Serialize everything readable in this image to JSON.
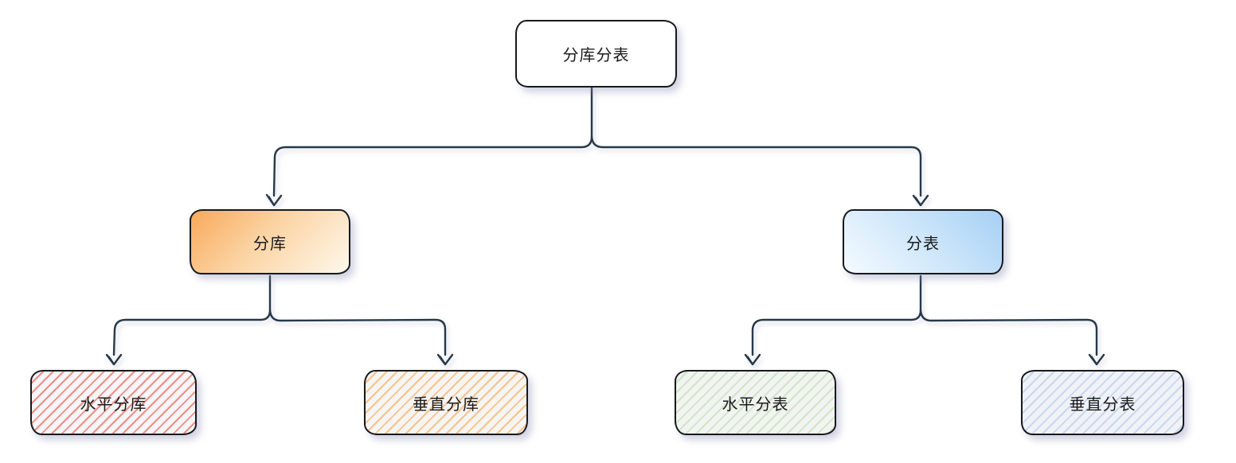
{
  "diagram": {
    "type": "tree",
    "connector_color": "#26394a",
    "text_color": "#1b1b1b",
    "border_color": "#17191d",
    "nodes": [
      {
        "id": "root",
        "label": "分库分表",
        "parent": null,
        "fill": "#ffffff"
      },
      {
        "id": "fenku",
        "label": "分库",
        "parent": "root",
        "fill_from": "#f8a95c",
        "fill_to": "#fef8ec"
      },
      {
        "id": "fenbiao",
        "label": "分表",
        "parent": "root",
        "fill_from": "#f5faff",
        "fill_to": "#a6d0f4"
      },
      {
        "id": "shuiping_fenku",
        "label": "水平分库",
        "parent": "fenku",
        "hatch_color": "#ee8e84",
        "fill": "#f6f5f8"
      },
      {
        "id": "chuizhi_fenku",
        "label": "垂直分库",
        "parent": "fenku",
        "hatch_color": "#f6c38b",
        "fill": "#f7f5f4"
      },
      {
        "id": "shuiping_fenbiao",
        "label": "水平分表",
        "parent": "fenbiao",
        "hatch_color": "#cfe5c8",
        "fill": "#f2f4f1"
      },
      {
        "id": "chuizhi_fenbiao",
        "label": "垂直分表",
        "parent": "fenbiao",
        "hatch_color": "#c7d7ee",
        "fill": "#f0f2f7"
      }
    ],
    "edges": [
      {
        "from": "分库分表",
        "to": "分库"
      },
      {
        "from": "分库分表",
        "to": "分表"
      },
      {
        "from": "分库",
        "to": "水平分库"
      },
      {
        "from": "分库",
        "to": "垂直分库"
      },
      {
        "from": "分表",
        "to": "水平分表"
      },
      {
        "from": "分表",
        "to": "垂直分表"
      }
    ]
  }
}
